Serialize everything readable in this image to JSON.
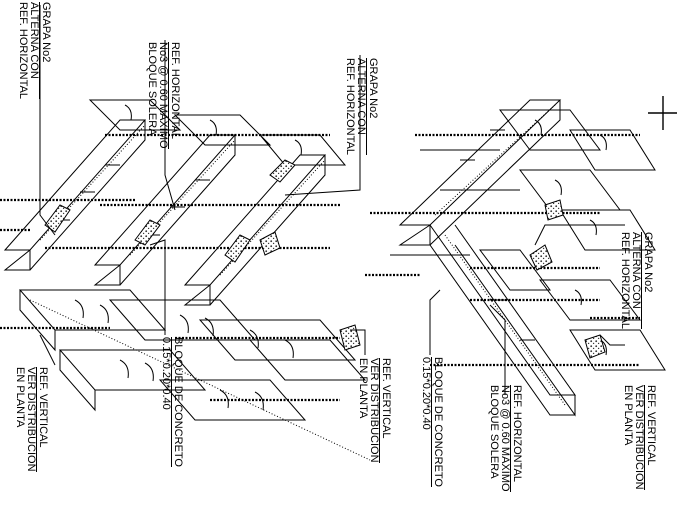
{
  "colors": {
    "ink": "#000000",
    "paper": "#ffffff",
    "hatch": "#4a4a4a"
  },
  "notes": {
    "grapa_top_left": [
      "GRAPA No2",
      "ALTERNA CON",
      "REF. HORIZONTAL"
    ],
    "ref_horizontal_top": [
      "REF. HORIZONTAL",
      "No3 @ 0.60 MAXIMO",
      "BLOQUE SOLERA"
    ],
    "grapa_top_mid": [
      "GRAPA No2",
      "ALTERNA CON",
      "REF. HORIZONTAL"
    ],
    "grapa_right": [
      "GRAPA No2",
      "ALTERNA CON",
      "REF. HORIZONTAL"
    ],
    "ref_vertical_left": [
      "REF. VERTICAL",
      "VER DISTRIBUCION",
      "EN PLANTA"
    ],
    "bloque_left": [
      "BLOQUE DE CONCRETO",
      "0.15*0.20*0.40"
    ],
    "ref_vertical_mid": [
      "REF. VERTICAL",
      "VER DISTRIBUCION",
      "EN PLANTA"
    ],
    "bloque_right": [
      "BLOQUE DE CONCRETO",
      "0.15*0.20*0.40"
    ],
    "ref_horizontal_bottom": [
      "REF. HORIZONTAL",
      "No3 @ 0.60 MAXIMO",
      "BLOQUE SOLERA"
    ],
    "ref_vertical_right": [
      "REF. VERTICAL",
      "VER DISTRIBUCION",
      "EN PLANTA"
    ]
  }
}
